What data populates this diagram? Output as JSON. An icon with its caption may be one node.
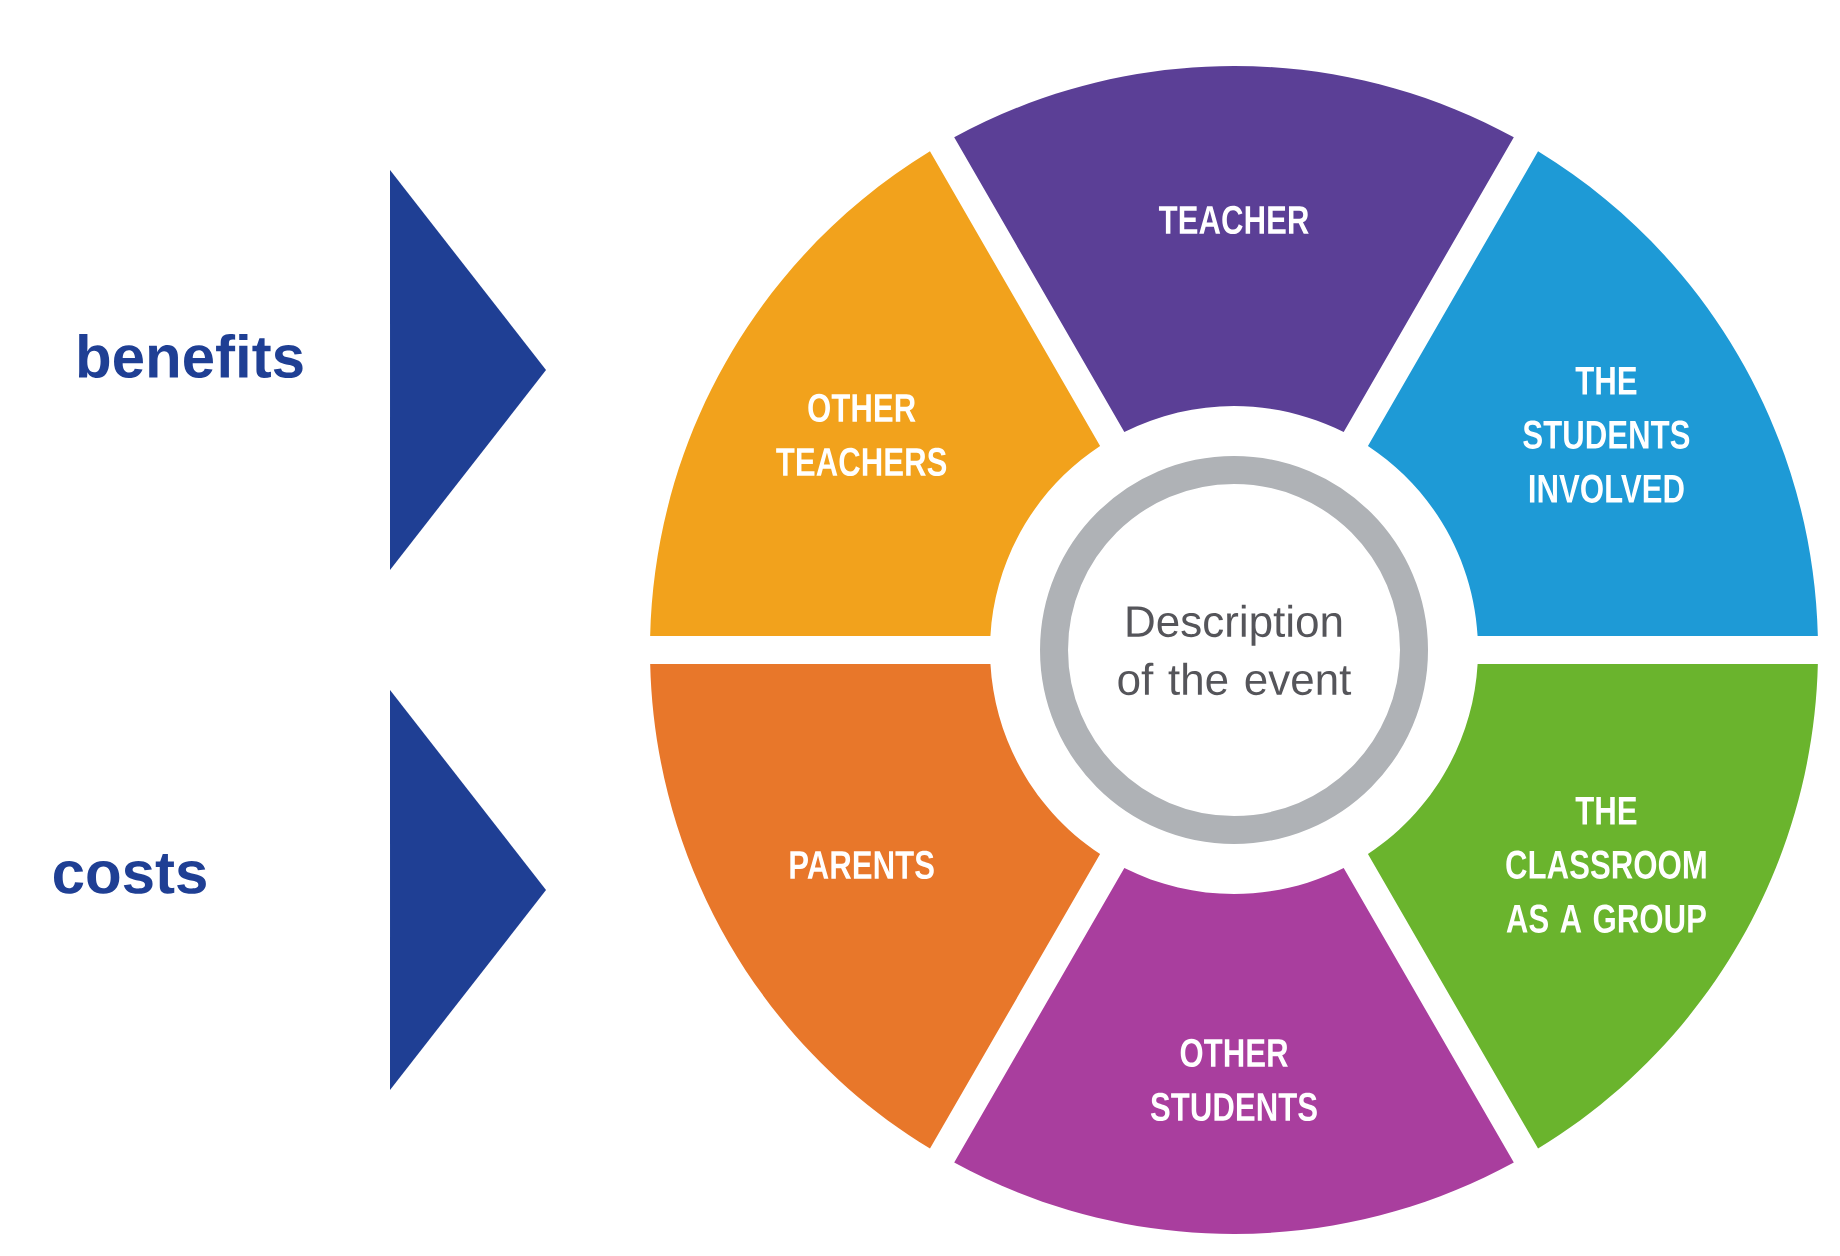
{
  "diagram": {
    "nodes": [
      {
        "text": [
          "Description of the event"
        ]
      },
      {
        "text": [
          "TEACHER"
        ]
      },
      {
        "text": [
          "THE STUDENTS INVOLVED"
        ]
      },
      {
        "text": [
          "THE CLASSROOM AS A GROUP"
        ]
      },
      {
        "text": [
          "OTHER STUDENTS"
        ]
      },
      {
        "text": [
          "PARENTS"
        ]
      },
      {
        "text": [
          "OTHER TEACHERS"
        ]
      },
      {
        "text": [],
        "shape": "triangle"
      },
      {
        "text": [],
        "shape": "triangle"
      }
    ],
    "labels": [
      "benefits",
      "costs"
    ]
  }
}
